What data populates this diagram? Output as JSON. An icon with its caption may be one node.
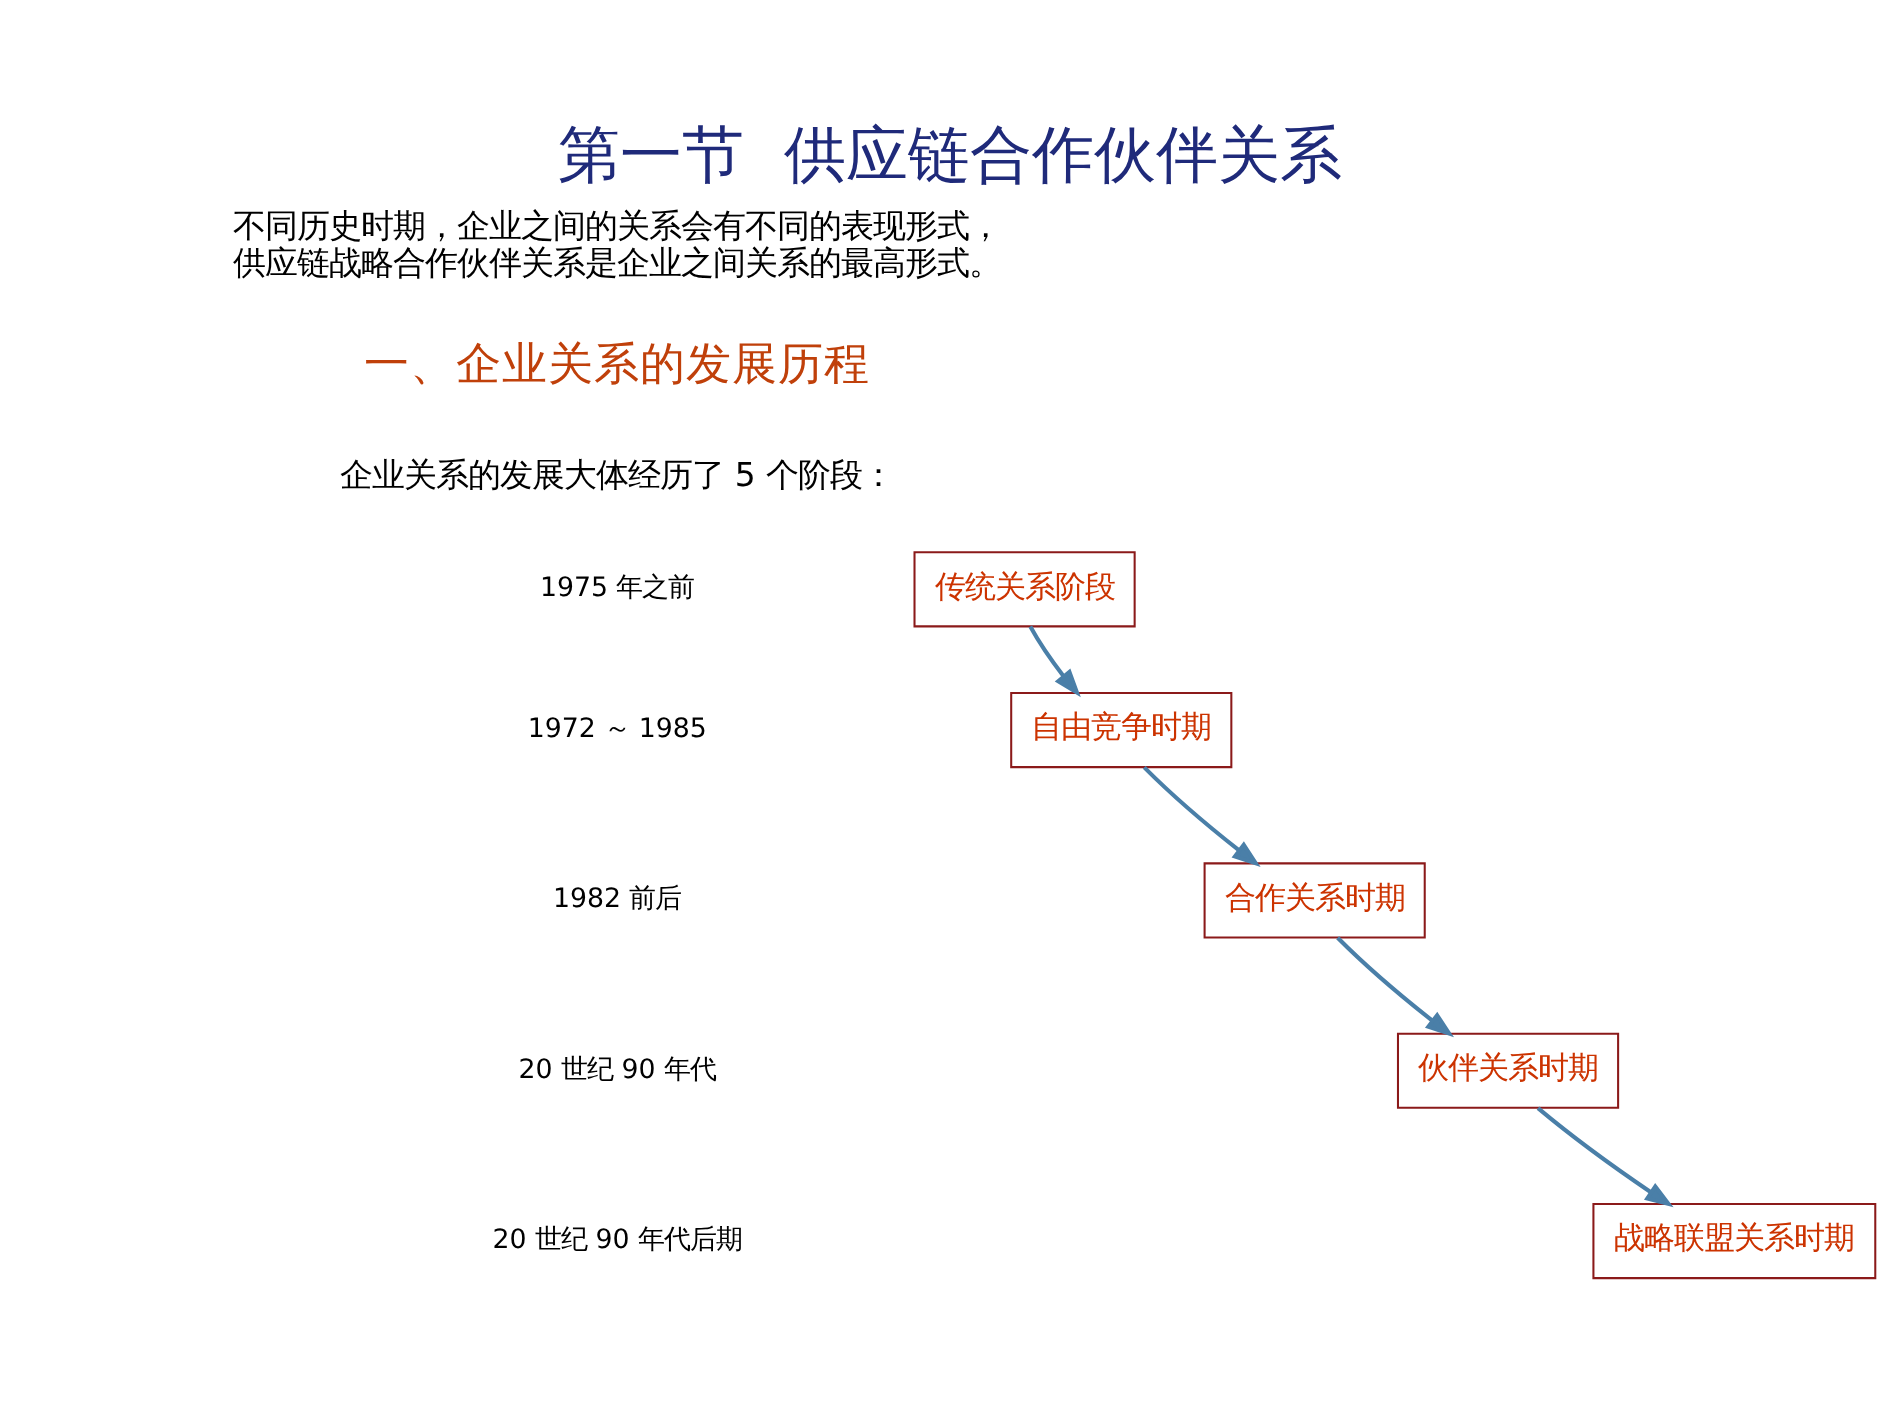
{
  "diagram": {
    "title": "第一节  供应链合作伙伴关系",
    "nodes": [
      {
        "text": [
          "传统关系阶段"
        ]
      },
      {
        "text": [
          "自由竞争时期"
        ]
      },
      {
        "text": [
          "合作关系时期"
        ]
      },
      {
        "text": [
          "伙伴关系时期"
        ]
      },
      {
        "text": [
          "战略联盟关系时期"
        ]
      }
    ],
    "edges": [
      {
        "from": 0,
        "to": 1,
        "arrow": "to"
      },
      {
        "from": 1,
        "to": 2,
        "arrow": "to"
      },
      {
        "from": 2,
        "to": 3,
        "arrow": "to"
      },
      {
        "from": 3,
        "to": 4,
        "arrow": "to"
      }
    ],
    "labels": [
      "不同历史时期，企业之间的关系会有不同的表现形式，供应链战略合作伙伴关系是企业之间关系的最高形式。",
      "一、企业关系的发展历程",
      "企业关系的发展大体经历了 5 个阶段：",
      "1975 年之前",
      "1972 ～ 1985",
      "1982 前后",
      "20 世纪 90 年代",
      "20 世纪 90 年代后期"
    ]
  }
}
